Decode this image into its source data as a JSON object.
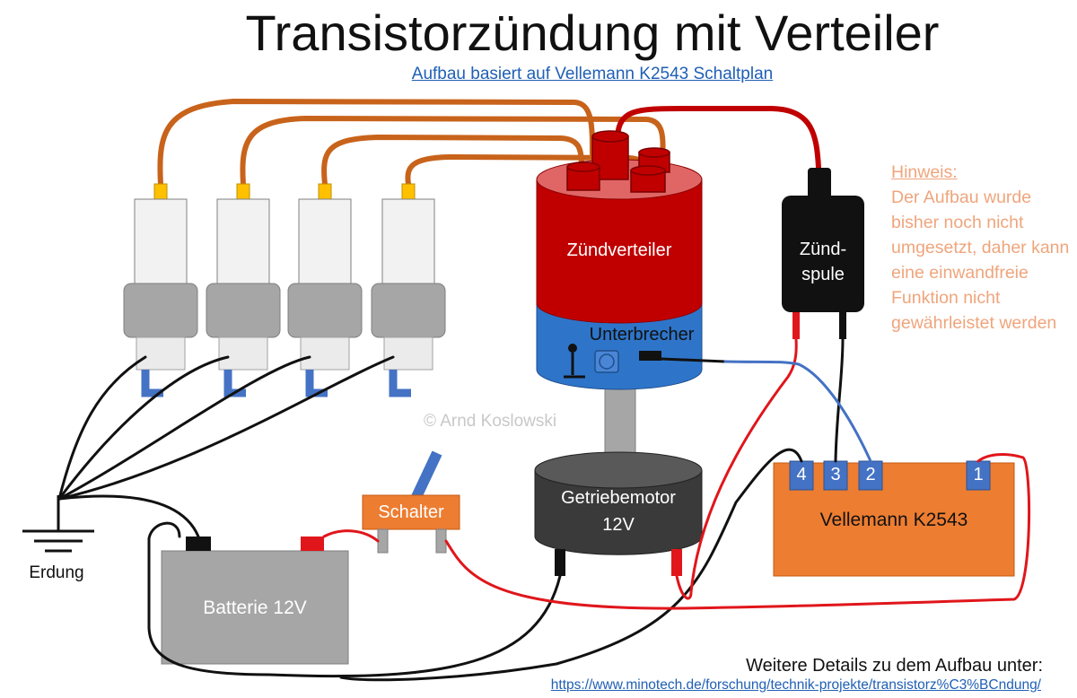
{
  "title": "Transistorzündung mit Verteiler",
  "subtitle": "Aufbau basiert auf Vellemann K2543 Schaltplan",
  "note": {
    "heading": "Hinweis:",
    "text": "Der Aufbau wurde bisher noch nicht umgesetzt, daher kann eine einwandfreie Funktion nicht gewährleistet werden"
  },
  "components": {
    "distributor": "Zündverteiler",
    "breaker": "Unterbrecher",
    "coil_line1": "Zünd-",
    "coil_line2": "spule",
    "motor_line1": "Getriebemotor",
    "motor_line2": "12V",
    "switch": "Schalter",
    "battery": "Batterie 12V",
    "ground": "Erdung",
    "module": "Vellemann K2543"
  },
  "terminals": [
    "4",
    "3",
    "2",
    "1"
  ],
  "copyright": "© Arnd Koslowski",
  "footer": {
    "details": "Weitere Details zu dem Aufbau unter:",
    "url": "https://www.minotech.de/forschung/technik-projekte/transistorz%C3%BCndung/"
  },
  "colors": {
    "ignition_wire": "#c8631b",
    "positive_wire": "#e0161b",
    "signal_wire": "#4472c4",
    "ground_wire": "#111111",
    "distributor_top": "#c00000",
    "distributor_bottom": "#1f6fc1",
    "module": "#ed7d31",
    "battery": "#a6a6a6",
    "note": "#efa57c",
    "link": "#1f5fb5"
  }
}
